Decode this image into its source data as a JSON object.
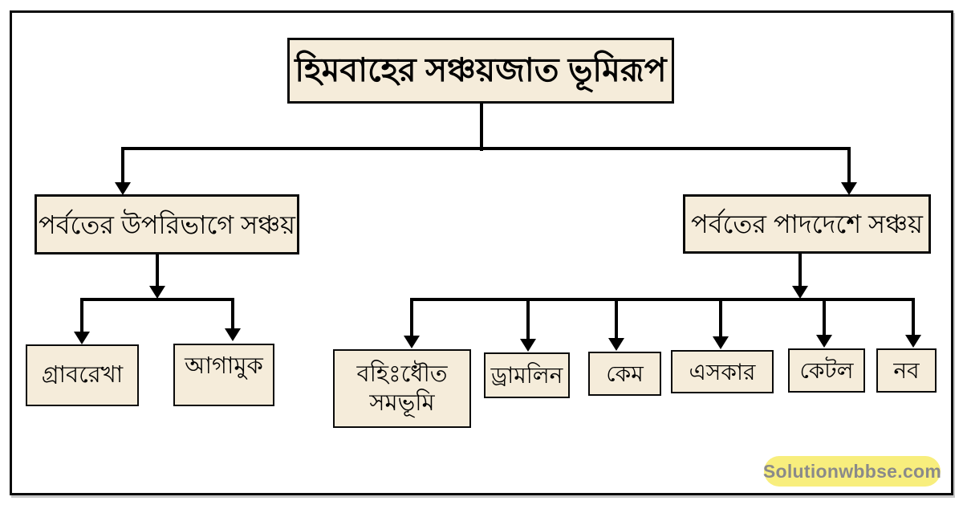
{
  "diagram": {
    "title": "হিমবাহের সঞ্চয়জাত ভূমিরূপ",
    "branches": [
      {
        "label": "পর্বতের উপরিভাগে সঞ্চয়",
        "children": [
          "গ্রাবরেখা",
          "আগামুক"
        ]
      },
      {
        "label": "পর্বতের পাদদেশে সঞ্চয়",
        "children": [
          "বহিঃধৌত সমভূমি",
          "ড্রামলিন",
          "কেম",
          "এসকার",
          "কেটল",
          "নব"
        ]
      }
    ]
  },
  "watermark": {
    "text": "Solutionwbbse.com"
  },
  "colors": {
    "box_fill": "#F5ECDA",
    "box_border": "#0A0A0A",
    "line": "#000000",
    "background": "#FFFFFF",
    "watermark_bg": "#F8EE7D",
    "watermark_text": "#8A8A8A"
  }
}
